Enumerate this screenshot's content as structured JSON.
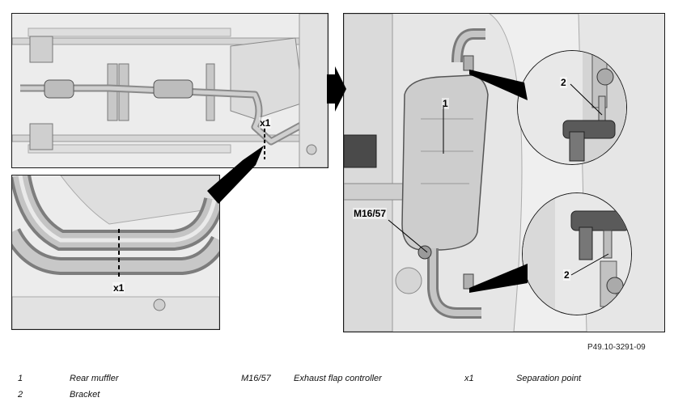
{
  "callouts": {
    "top_x1": "x1",
    "bottom_x1": "x1",
    "muffler": "1",
    "flap_controller": "M16/57",
    "bracket_top": "2",
    "bracket_bottom": "2"
  },
  "figure_ref": "P49.10-3291-09",
  "legend": [
    {
      "key": "1",
      "label": "Rear muffler"
    },
    {
      "key": "2",
      "label": "Bracket"
    },
    {
      "key": "M16/57",
      "label": "Exhaust flap controller"
    },
    {
      "key": "x1",
      "label": "Separation point"
    }
  ]
}
